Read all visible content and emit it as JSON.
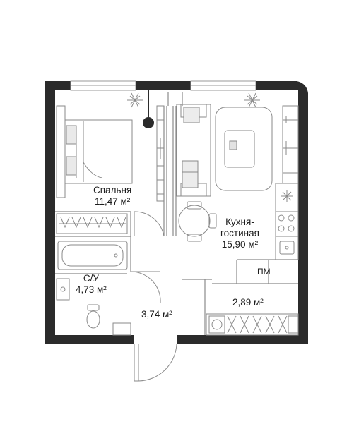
{
  "rooms": {
    "bedroom": {
      "name": "Спальня",
      "area": "11,47 м²"
    },
    "kitchen_living": {
      "name_line1": "Кухня-",
      "name_line2": "гостиная",
      "area": "15,90 м²"
    },
    "bathroom": {
      "name": "С/У",
      "area": "4,73 м²"
    },
    "hallway": {
      "area": "3,74 м²"
    },
    "storage": {
      "area": "2,89 м²"
    }
  },
  "labels": {
    "utility": "ПМ"
  },
  "colors": {
    "wall": "#2b2b2b",
    "line": "#8a8a8a",
    "text": "#1d1d1d"
  },
  "icons": [
    "plant-icon",
    "lamp-icon",
    "hob-icon",
    "sink-icon",
    "washer-icon",
    "toilet-icon"
  ]
}
